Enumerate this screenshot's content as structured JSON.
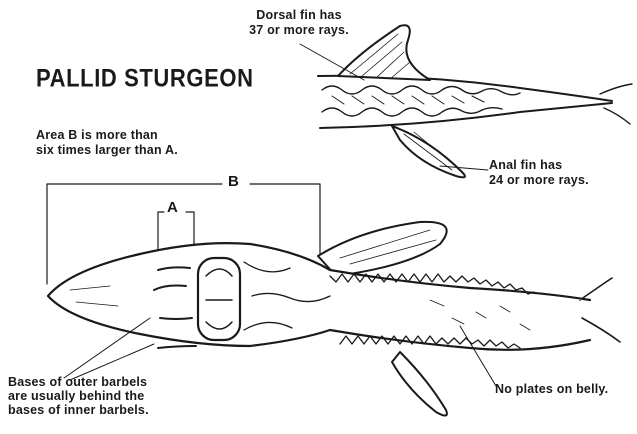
{
  "title": "PALLID STURGEON",
  "labels": {
    "dorsal_fin": "Dorsal fin has\n37 or more rays.",
    "anal_fin": "Anal fin has\n24 or more rays.",
    "area_b": "Area B is more than\nsix times larger than A.",
    "letter_a": "A",
    "letter_b": "B",
    "outer_barbels": "Bases of outer barbels\nare usually behind the\nbases of inner barbels.",
    "belly": "No plates on belly."
  }
}
